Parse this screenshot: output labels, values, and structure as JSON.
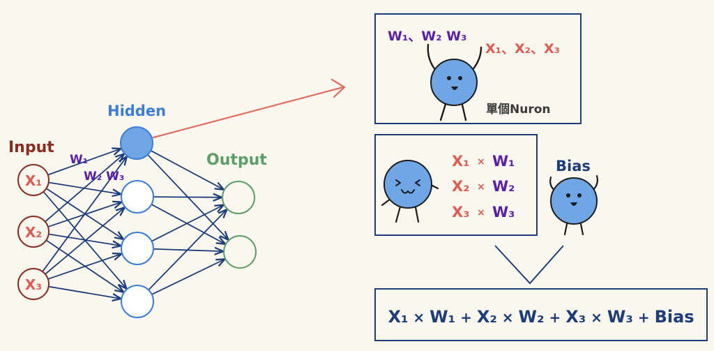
{
  "network": {
    "input_label": "Input",
    "hidden_label": "Hidden",
    "output_label": "Output",
    "weight_label_1": "W₁",
    "weight_label_23": "W₂ W₃",
    "input_nodes": [
      "X₁",
      "X₂",
      "X₃"
    ],
    "hidden_node_count": 4,
    "output_node_count": 2
  },
  "neuron_box": {
    "weights_label": "W₁、W₂ W₃",
    "inputs_label": "X₁、X₂、X₃",
    "caption": "單個Nuron"
  },
  "products_box": {
    "rows": [
      {
        "x": "X₁",
        "op": "×",
        "w": "W₁"
      },
      {
        "x": "X₂",
        "op": "×",
        "w": "W₂"
      },
      {
        "x": "X₃",
        "op": "×",
        "w": "W₃"
      }
    ]
  },
  "bias_label": "Bias",
  "formula": {
    "parts": [
      {
        "text": "X₁",
        "style": "var"
      },
      {
        "text": " × ",
        "style": "op"
      },
      {
        "text": "W₁",
        "style": "var"
      },
      {
        "text": " + ",
        "style": "op"
      },
      {
        "text": "X₂",
        "style": "var"
      },
      {
        "text": " × ",
        "style": "op"
      },
      {
        "text": "W₂",
        "style": "var"
      },
      {
        "text": " + ",
        "style": "op"
      },
      {
        "text": "X₃",
        "style": "var"
      },
      {
        "text": " × ",
        "style": "op"
      },
      {
        "text": "W₃",
        "style": "var"
      },
      {
        "text": " + ",
        "style": "op"
      },
      {
        "text": "Bias",
        "style": "var"
      }
    ]
  },
  "colors": {
    "background": "#f9f7ee",
    "input_red": "#8b2a1e",
    "x_red": "#e05a50",
    "hidden_blue": "#3b7dd8",
    "output_green": "#5b9e66",
    "weight_purple": "#5a1ea8",
    "navy": "#1c3d7a",
    "neuron_fill": "#6fa6e6",
    "arrow_red": "#e06b5e"
  }
}
